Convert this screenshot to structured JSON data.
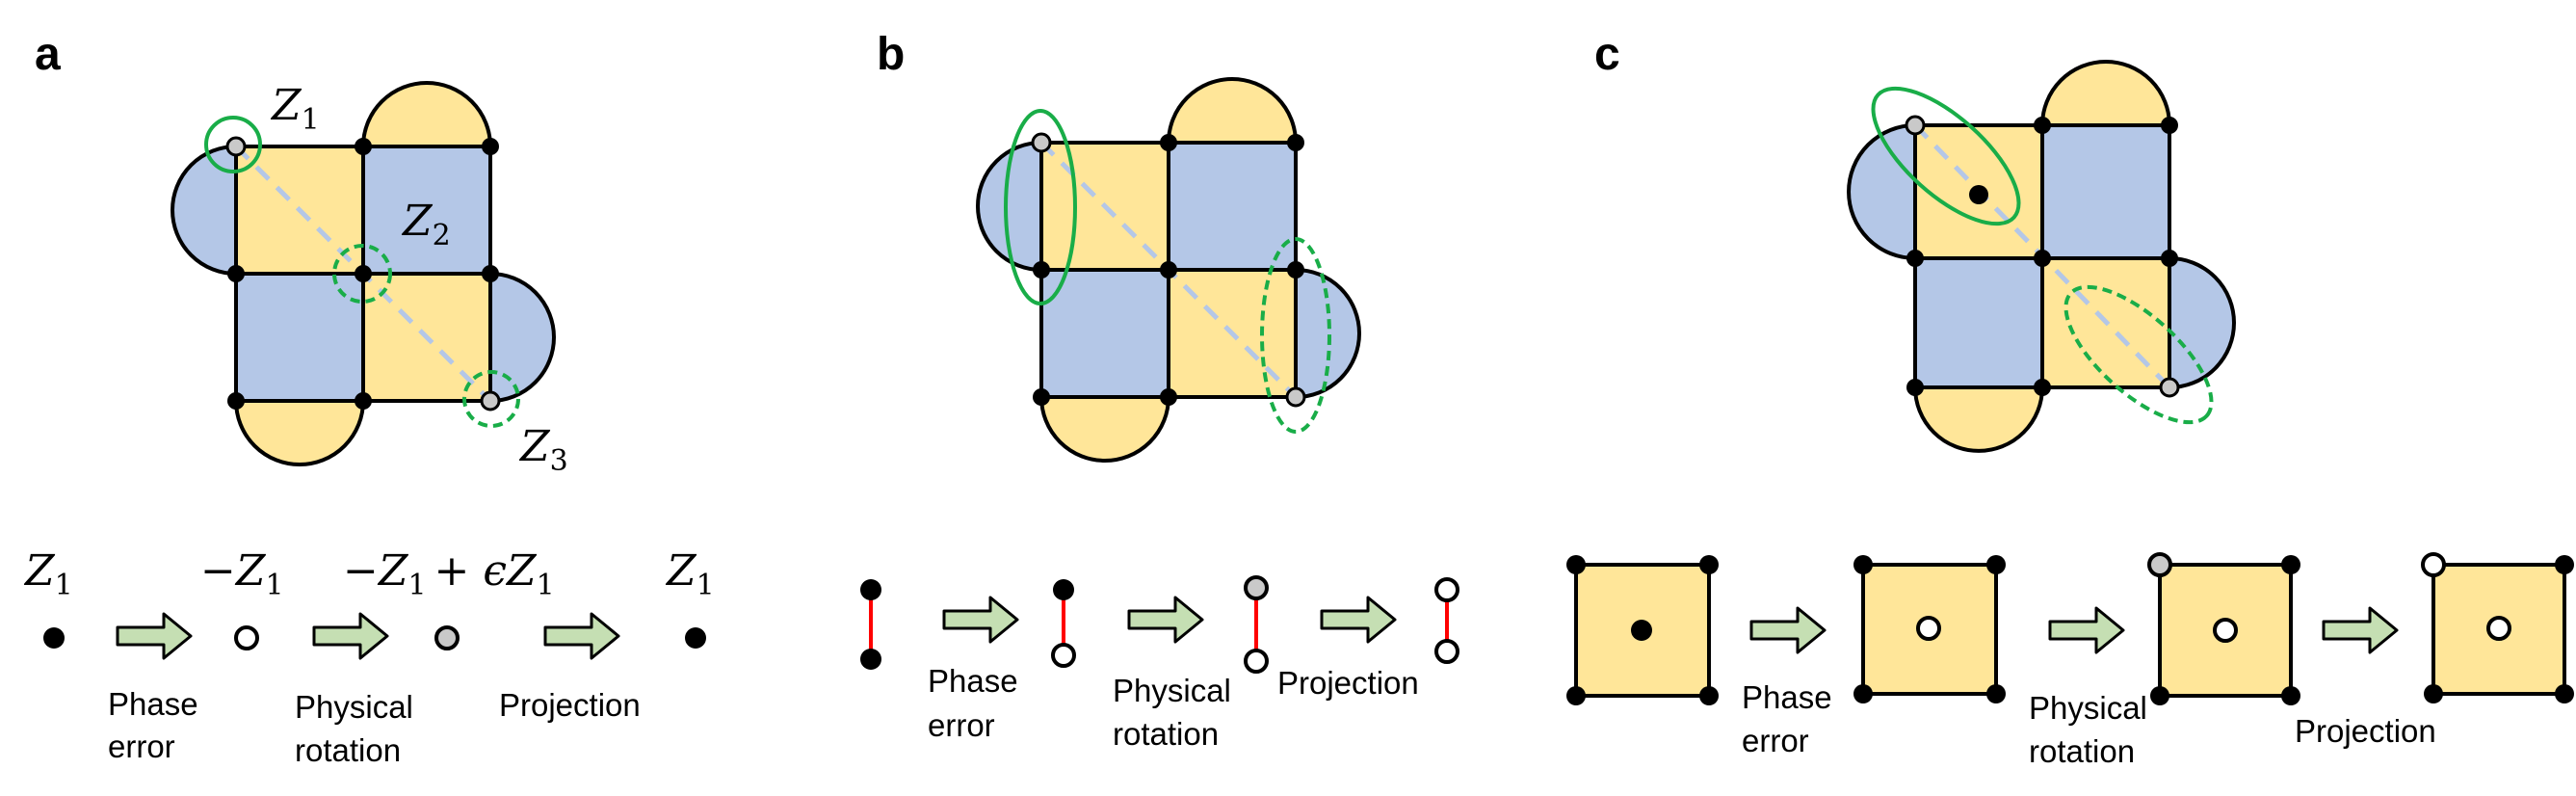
{
  "colors": {
    "blue_plaquette": "#b4c7e7",
    "yellow_plaquette": "#ffe699",
    "outline": "#000000",
    "diagonal": "#b4c7e7",
    "grey_qubit": "#c9c9c9",
    "green_circle": "#19ad48",
    "red_link": "#ff0000",
    "arrow_fill": "#c5dfb3",
    "arrow_stroke": "#000000"
  },
  "panels": {
    "a": {
      "label": "a",
      "operators": [
        {
          "sym": "Z",
          "sub": "1"
        },
        {
          "sym": "Z",
          "sub": "2"
        },
        {
          "sym": "Z",
          "sub": "3"
        }
      ],
      "sequence": [
        {
          "sym": "Z",
          "sub": "1",
          "prefix": "",
          "suffix": ""
        },
        {
          "sym": "Z",
          "sub": "1",
          "prefix": "−",
          "suffix": ""
        },
        {
          "sym": "Z",
          "sub": "1",
          "prefix": "−",
          "suffix": "+ ϵZ",
          "suffix_sub": "1"
        },
        {
          "sym": "Z",
          "sub": "1",
          "prefix": "",
          "suffix": ""
        }
      ],
      "steps": [
        {
          "line1": "Phase",
          "line2": "error"
        },
        {
          "line1": "Physical",
          "line2": "rotation"
        },
        {
          "line1": "Projection",
          "line2": ""
        }
      ]
    },
    "b": {
      "label": "b",
      "steps": [
        {
          "line1": "Phase",
          "line2": "error"
        },
        {
          "line1": "Physical",
          "line2": "rotation"
        },
        {
          "line1": "Projection",
          "line2": ""
        }
      ]
    },
    "c": {
      "label": "c",
      "steps": [
        {
          "line1": "Phase",
          "line2": "error"
        },
        {
          "line1": "Physical",
          "line2": "rotation"
        },
        {
          "line1": "Projection",
          "line2": ""
        }
      ]
    }
  }
}
